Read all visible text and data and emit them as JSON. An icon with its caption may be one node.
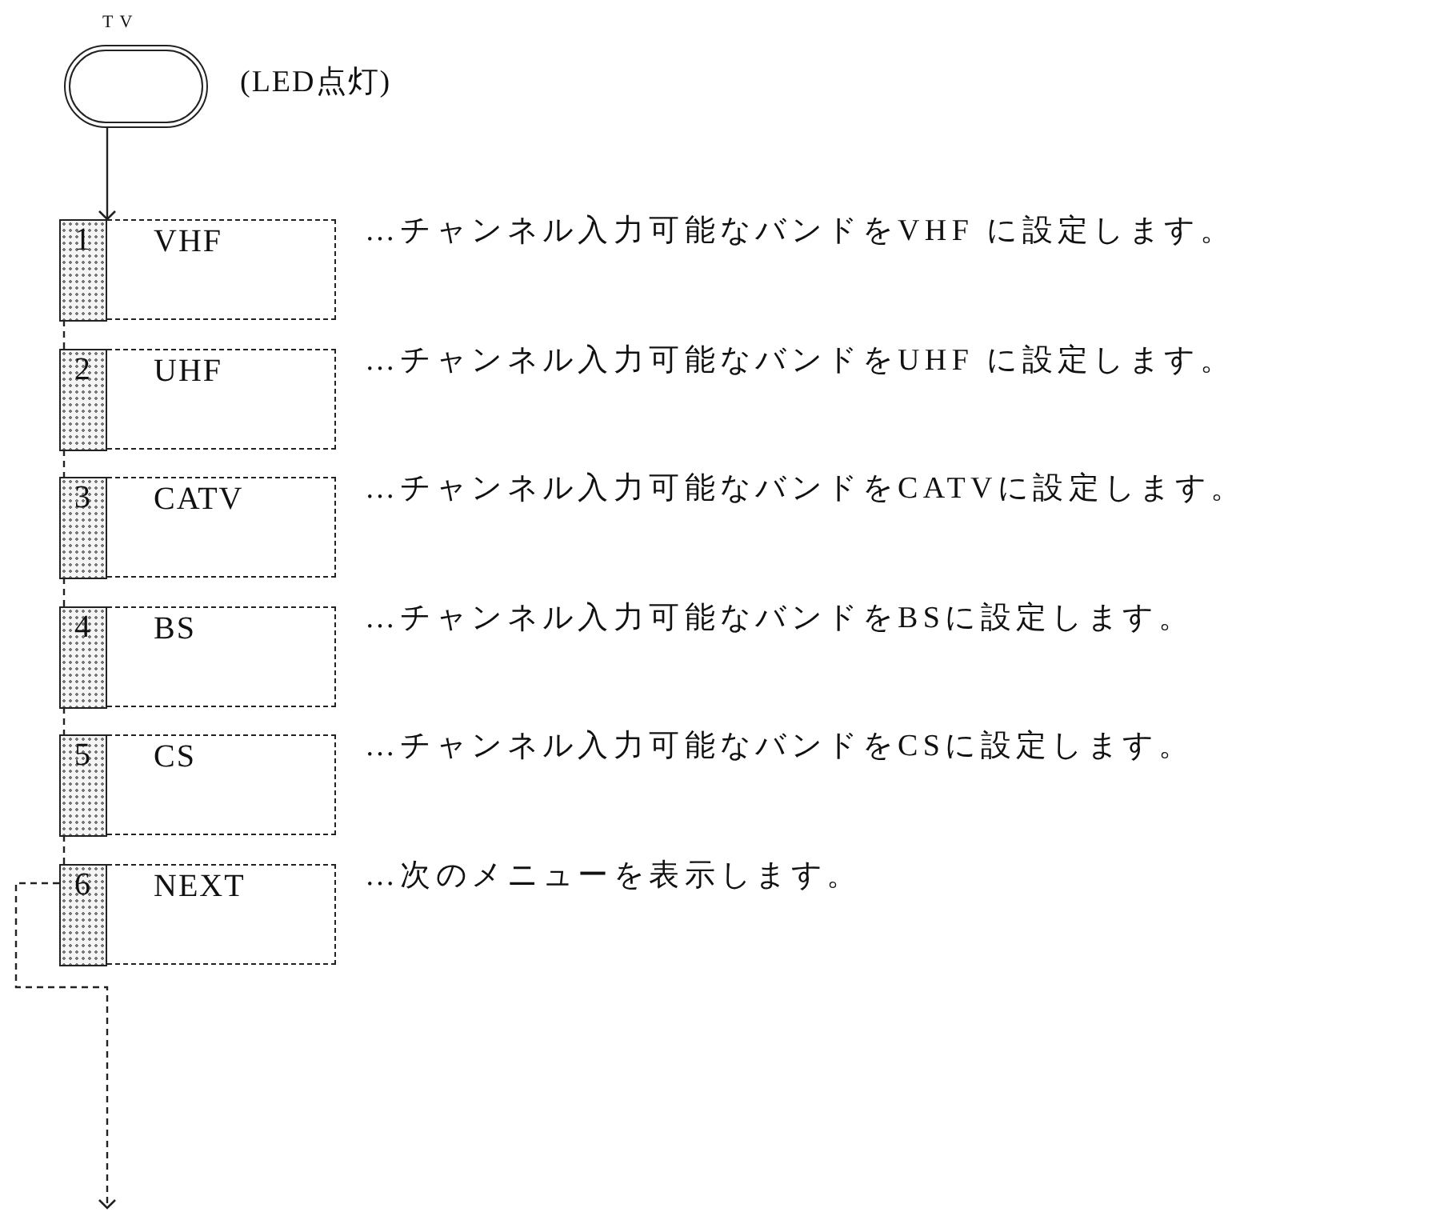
{
  "diagram": {
    "nodes": [
      {
        "text": [
          "TV"
        ],
        "beside": [
          "(LED点灯)"
        ]
      },
      {
        "text": [
          "1",
          "VHF"
        ],
        "beside": [
          "…チャンネル入力可能なバンドをVHF に設定します。"
        ]
      },
      {
        "text": [
          "2",
          "UHF"
        ],
        "beside": [
          "…チャンネル入力可能なバンドをUHF に設定します。"
        ]
      },
      {
        "text": [
          "3",
          "CATV"
        ],
        "beside": [
          "…チャンネル入力可能なバンドをCATVに設定します。"
        ]
      },
      {
        "text": [
          "4",
          "BS"
        ],
        "beside": [
          "…チャンネル入力可能なバンドをBSに設定します。"
        ]
      },
      {
        "text": [
          "5",
          "CS"
        ],
        "beside": [
          "…チャンネル入力可能なバンドをCSに設定します。"
        ]
      },
      {
        "text": [
          "6",
          "NEXT"
        ],
        "beside": [
          "…次のメニューを表示します。"
        ]
      }
    ],
    "edges": [
      {
        "from": 0,
        "to": 1,
        "arrow": "to"
      },
      {
        "from": 1,
        "to": 2,
        "arrow": "none",
        "style": "dashed"
      },
      {
        "from": 2,
        "to": 3,
        "arrow": "none",
        "style": "dashed"
      },
      {
        "from": 3,
        "to": 4,
        "arrow": "none",
        "style": "dashed"
      },
      {
        "from": 4,
        "to": 5,
        "arrow": "none",
        "style": "dashed"
      },
      {
        "from": 5,
        "to": 6,
        "arrow": "none",
        "style": "dashed"
      },
      {
        "from": 6,
        "to": null,
        "arrow": "to",
        "style": "dashed"
      }
    ]
  }
}
